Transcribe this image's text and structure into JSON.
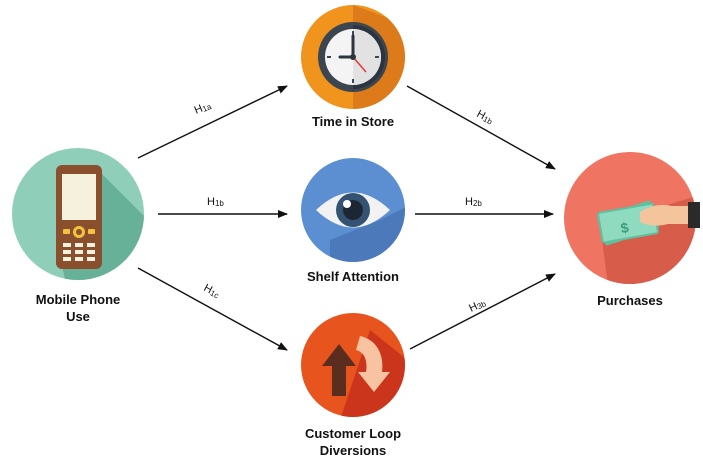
{
  "nodes": {
    "mobile": {
      "label_line1": "Mobile Phone",
      "label_line2": "Use",
      "icon": "mobile-phone-icon",
      "color": "#8fcfb9"
    },
    "time": {
      "label": "Time in Store",
      "icon": "clock-icon",
      "color": "#f0941d"
    },
    "shelf": {
      "label": "Shelf Attention",
      "icon": "eye-icon",
      "color": "#5b8fd1"
    },
    "loop": {
      "label_line1": "Customer Loop",
      "label_line2": "Diversions",
      "icon": "diversion-arrows-icon",
      "color": "#e8541e"
    },
    "purchases": {
      "label": "Purchases",
      "icon": "money-hand-icon",
      "color": "#ef7461"
    }
  },
  "edges": {
    "h1a": {
      "main": "H",
      "sub": "1a"
    },
    "h1b_left": {
      "main": "H",
      "sub": "1b"
    },
    "h1c": {
      "main": "H",
      "sub": "1c"
    },
    "h1b_right": {
      "main": "H",
      "sub": "1b"
    },
    "h2b": {
      "main": "H",
      "sub": "2b"
    },
    "h3b": {
      "main": "H",
      "sub": "3b"
    }
  }
}
